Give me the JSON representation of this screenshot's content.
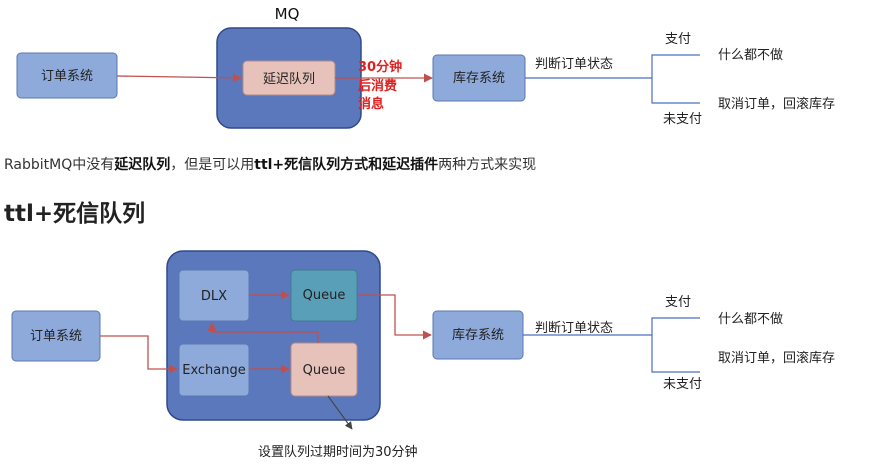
{
  "diagram1": {
    "mq_title": "MQ",
    "order_system": "订单系统",
    "delay_queue": "延迟队列",
    "delay_note": [
      "30分钟",
      "后消费",
      "消息"
    ],
    "inventory_system": "库存系统",
    "judge_label": "判断订单状态",
    "paid_label": "支付",
    "paid_action": "什么都不做",
    "unpaid_label": "未支付",
    "unpaid_action": "取消订单，回滚库存"
  },
  "description": {
    "part1": "RabbitMQ中没有",
    "bold1": "延迟队列",
    "part2": "，但是可以用",
    "bold2": "ttl+死信队列方式和延迟插件",
    "part3": "两种方式来实现"
  },
  "section_heading": "ttl+死信队列",
  "diagram2": {
    "order_system": "订单系统",
    "dlx": "DLX",
    "queue_top": "Queue",
    "exchange": "Exchange",
    "queue_bottom": "Queue",
    "inventory_system": "库存系统",
    "judge_label": "判断订单状态",
    "paid_label": "支付",
    "paid_action": "什么都不做",
    "unpaid_label": "未支付",
    "unpaid_action": "取消订单，回滚库存",
    "ttl_note": "设置队列过期时间为30分钟"
  },
  "colors": {
    "blue_box": "#8eaadb",
    "container": "#5b78bd",
    "pink_box": "#e7c2bb",
    "teal_box": "#5a9fb8",
    "red_arrow": "#c0504d",
    "blue_line": "#4a6fc0"
  }
}
